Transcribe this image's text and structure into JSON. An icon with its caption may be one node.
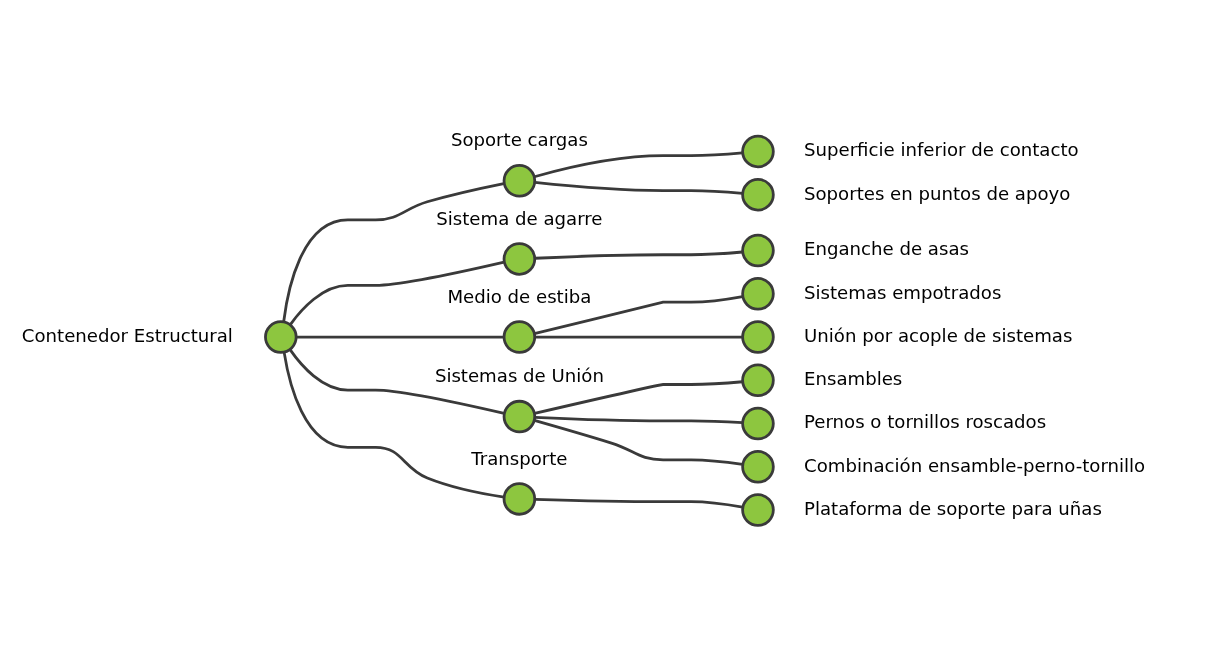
{
  "diagram": {
    "nodes": [
      {
        "text": [],
        "shape": "circle",
        "beside": [
          "Contenedor Estructural"
        ]
      },
      {
        "text": [],
        "shape": "circle",
        "beside": [
          "Soporte cargas"
        ]
      },
      {
        "text": [],
        "shape": "circle",
        "beside": [
          "Sistema de agarre"
        ]
      },
      {
        "text": [],
        "shape": "circle",
        "beside": [
          "Medio de estiba"
        ]
      },
      {
        "text": [],
        "shape": "circle",
        "beside": [
          "Sistemas de Unión"
        ]
      },
      {
        "text": [],
        "shape": "circle",
        "beside": [
          "Transporte"
        ]
      },
      {
        "text": [],
        "shape": "circle",
        "beside": [
          "Superficie inferior de contacto"
        ]
      },
      {
        "text": [],
        "shape": "circle",
        "beside": [
          "Soportes en puntos de apoyo"
        ]
      },
      {
        "text": [],
        "shape": "circle",
        "beside": [
          "Enganche de asas"
        ]
      },
      {
        "text": [],
        "shape": "circle",
        "beside": [
          "Sistemas empotrados"
        ]
      },
      {
        "text": [],
        "shape": "circle",
        "beside": [
          "Unión por acople de sistemas"
        ]
      },
      {
        "text": [],
        "shape": "circle",
        "beside": [
          "Ensambles"
        ]
      },
      {
        "text": [],
        "shape": "circle",
        "beside": [
          "Pernos o tornillos roscados"
        ]
      },
      {
        "text": [],
        "shape": "circle",
        "beside": [
          "Combinación ensamble-perno-tornillo"
        ]
      },
      {
        "text": [],
        "shape": "circle",
        "beside": [
          "Plataforma de soporte para uñas"
        ]
      }
    ],
    "edges": [
      {
        "from": 0,
        "to": 1,
        "arrow": "none"
      },
      {
        "from": 0,
        "to": 2,
        "arrow": "none"
      },
      {
        "from": 0,
        "to": 3,
        "arrow": "none"
      },
      {
        "from": 0,
        "to": 4,
        "arrow": "none"
      },
      {
        "from": 0,
        "to": 5,
        "arrow": "none"
      },
      {
        "from": 1,
        "to": 6,
        "arrow": "none"
      },
      {
        "from": 1,
        "to": 7,
        "arrow": "none"
      },
      {
        "from": 2,
        "to": 8,
        "arrow": "none"
      },
      {
        "from": 3,
        "to": 9,
        "arrow": "none"
      },
      {
        "from": 3,
        "to": 10,
        "arrow": "none"
      },
      {
        "from": 4,
        "to": 11,
        "arrow": "none"
      },
      {
        "from": 4,
        "to": 12,
        "arrow": "none"
      },
      {
        "from": 4,
        "to": 13,
        "arrow": "none"
      },
      {
        "from": 5,
        "to": 14,
        "arrow": "none"
      }
    ]
  }
}
